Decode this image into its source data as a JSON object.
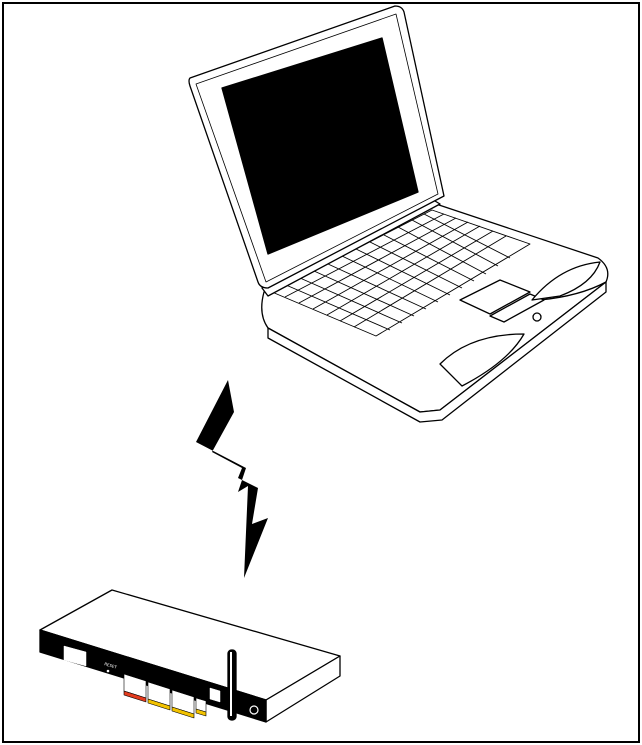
{
  "diagram": {
    "nodes": [
      {
        "id": "laptop",
        "icon": "laptop-icon"
      },
      {
        "id": "router",
        "icon": "wireless-router-icon"
      }
    ],
    "connection": {
      "from": "router",
      "to": "laptop",
      "type": "wireless",
      "icon": "lightning-bolt-icon"
    }
  },
  "router_panel": {
    "reset_label": "RESET",
    "port_colors": [
      "#e23b1e",
      "#f2c200",
      "#f2c200",
      "#f2c200"
    ]
  },
  "colors": {
    "line": "#000000",
    "background": "#ffffff"
  }
}
